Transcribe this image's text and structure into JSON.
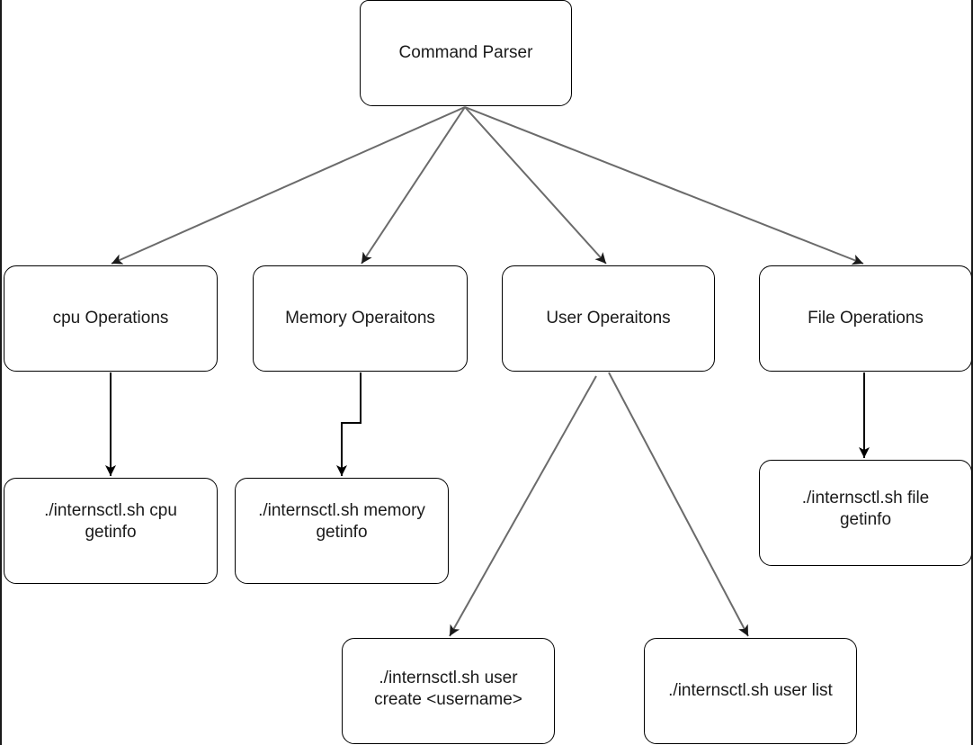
{
  "nodes": {
    "parser": "Command Parser",
    "cpu": "cpu Operations",
    "memory": "Memory Operaitons",
    "user": "User Operaitons",
    "file": "File Operations",
    "cpu_cmd": "./internsctl.sh cpu\ngetinfo",
    "memory_cmd": "./internsctl.sh memory\ngetinfo",
    "file_cmd": "./internsctl.sh file\ngetinfo",
    "user_create_cmd": "./internsctl.sh user\ncreate <username>",
    "user_list_cmd": "./internsctl.sh user list"
  },
  "colors": {
    "border": "#000000",
    "arrow_gray": "#6b6b6b",
    "arrow_black": "#000000",
    "frame": "#1a1a1a"
  }
}
